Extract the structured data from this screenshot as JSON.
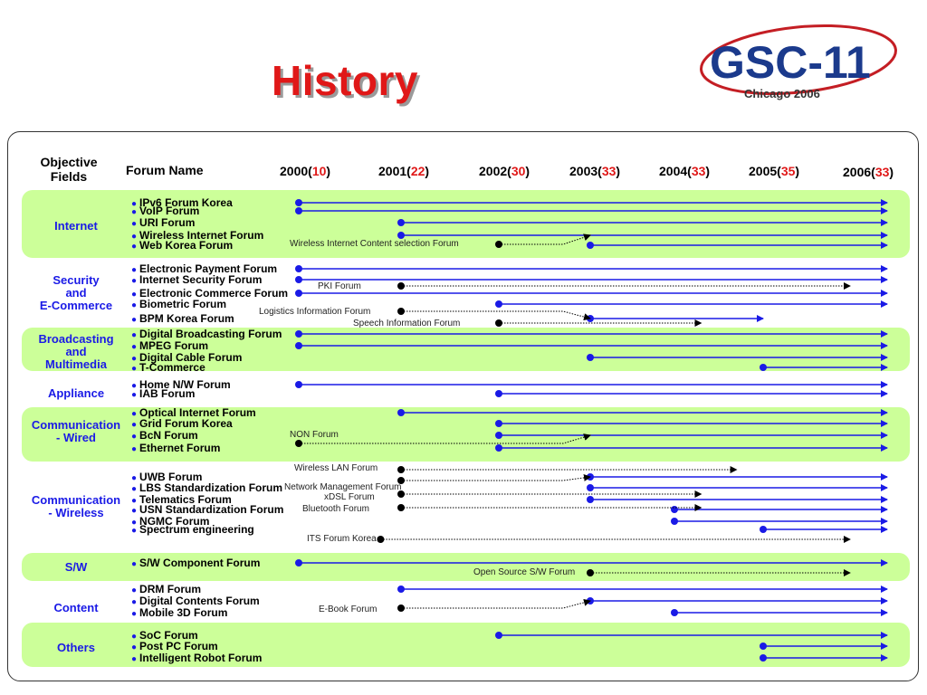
{
  "title": "History",
  "logo": {
    "main": "GSC-11",
    "sub": "Chicago 2006"
  },
  "header": {
    "objective": "Objective\nFields",
    "forum_name": "Forum Name",
    "years": [
      {
        "year": "2000",
        "count": "10"
      },
      {
        "year": "2001",
        "count": "22"
      },
      {
        "year": "2002",
        "count": "30"
      },
      {
        "year": "2003",
        "count": "33"
      },
      {
        "year": "2004",
        "count": "33"
      },
      {
        "year": "2005",
        "count": "35"
      },
      {
        "year": "2006",
        "count": "33"
      }
    ]
  },
  "categories": [
    {
      "name": "Internet",
      "shaded": true,
      "forums": [
        "IPv6 Forum Korea",
        "VoIP Forum",
        "URI Forum",
        "Wireless Internet Forum",
        "Web Korea Forum"
      ]
    },
    {
      "name": "Security\nand\nE-Commerce",
      "shaded": false,
      "forums": [
        "Electronic Payment Forum",
        "Internet Security Forum",
        "Electronic Commerce Forum",
        "Biometric Forum",
        "BPM Korea Forum"
      ]
    },
    {
      "name": "Broadcasting\nand\nMultimedia",
      "shaded": true,
      "forums": [
        "Digital Broadcasting Forum",
        "MPEG Forum",
        "Digital Cable Forum",
        "T-Commerce"
      ]
    },
    {
      "name": "Appliance",
      "shaded": false,
      "forums": [
        "Home N/W Forum",
        "IAB Forum"
      ]
    },
    {
      "name": "Communication\n- Wired",
      "shaded": true,
      "forums": [
        "Optical Internet Forum",
        "Grid Forum Korea",
        "BcN Forum",
        "Ethernet Forum"
      ]
    },
    {
      "name": "Communication\n- Wireless",
      "shaded": false,
      "forums": [
        "UWB Forum",
        "LBS Standardization Forum",
        "Telematics Forum",
        "USN Standardization Forum",
        "NGMC Forum",
        "Spectrum engineering"
      ]
    },
    {
      "name": "S/W",
      "shaded": true,
      "forums": [
        "S/W Component Forum"
      ]
    },
    {
      "name": "Content",
      "shaded": false,
      "forums": [
        "DRM Forum",
        "Digital Contents Forum",
        "Mobile 3D Forum"
      ]
    },
    {
      "name": "Others",
      "shaded": true,
      "forums": [
        "SoC Forum",
        "Post PC Forum",
        "Intelligent Robot Forum"
      ]
    }
  ],
  "timeline": {
    "solid": [
      {
        "start": 2000,
        "end": 2006,
        "row": "IPv6 Forum Korea"
      },
      {
        "start": 2000,
        "end": 2006,
        "row": "VoIP Forum"
      },
      {
        "start": 2001,
        "end": 2006,
        "row": "URI Forum"
      },
      {
        "start": 2001,
        "end": 2006,
        "row": "Wireless Internet Forum"
      },
      {
        "start": 2003,
        "end": 2006,
        "row": "Web Korea Forum"
      },
      {
        "start": 2000,
        "end": 2006,
        "row": "Electronic Payment Forum"
      },
      {
        "start": 2000,
        "end": 2006,
        "row": "Internet Security Forum"
      },
      {
        "start": 2000,
        "end": 2006,
        "row": "Electronic Commerce Forum"
      },
      {
        "start": 2002,
        "end": 2006,
        "row": "Biometric Forum"
      },
      {
        "start": 2003,
        "end": 2005,
        "row": "BPM Korea Forum"
      },
      {
        "start": 2000,
        "end": 2006,
        "row": "Digital Broadcasting Forum"
      },
      {
        "start": 2000,
        "end": 2006,
        "row": "MPEG Forum"
      },
      {
        "start": 2003,
        "end": 2006,
        "row": "Digital Cable Forum"
      },
      {
        "start": 2005,
        "end": 2006,
        "row": "T-Commerce"
      },
      {
        "start": 2000,
        "end": 2006,
        "row": "Home N/W Forum"
      },
      {
        "start": 2002,
        "end": 2006,
        "row": "IAB Forum"
      },
      {
        "start": 2001,
        "end": 2006,
        "row": "Optical Internet Forum"
      },
      {
        "start": 2002,
        "end": 2006,
        "row": "Grid Forum Korea"
      },
      {
        "start": 2002,
        "end": 2006,
        "row": "BcN Forum"
      },
      {
        "start": 2002,
        "end": 2006,
        "row": "Ethernet Forum"
      },
      {
        "start": 2003,
        "end": 2006,
        "row": "UWB Forum"
      },
      {
        "start": 2003,
        "end": 2006,
        "row": "LBS Standardization Forum"
      },
      {
        "start": 2003,
        "end": 2006,
        "row": "Telematics Forum"
      },
      {
        "start": 2004,
        "end": 2006,
        "row": "USN Standardization Forum"
      },
      {
        "start": 2004,
        "end": 2006,
        "row": "NGMC Forum"
      },
      {
        "start": 2005,
        "end": 2006,
        "row": "Spectrum engineering"
      },
      {
        "start": 2000,
        "end": 2006,
        "row": "S/W Component Forum"
      },
      {
        "start": 2001,
        "end": 2006,
        "row": "DRM Forum"
      },
      {
        "start": 2003,
        "end": 2006,
        "row": "Digital Contents Forum"
      },
      {
        "start": 2004,
        "end": 2006,
        "row": "Mobile 3D Forum"
      },
      {
        "start": 2002,
        "end": 2006,
        "row": "SoC Forum"
      },
      {
        "start": 2005,
        "end": 2006,
        "row": "Post PC Forum"
      },
      {
        "start": 2005,
        "end": 2006,
        "row": "Intelligent Robot Forum"
      }
    ],
    "dotted": [
      {
        "label": "Wireless Internet Content selection Forum",
        "start": 2002,
        "end": 2003,
        "merges_into": "Wireless Internet Forum"
      },
      {
        "label": "PKI Forum",
        "start": 2001,
        "end": 2005.7
      },
      {
        "label": "Logistics Information Forum",
        "start": 2001,
        "end": 2003,
        "continues_as": "BPM Korea Forum"
      },
      {
        "label": "Speech Information Forum",
        "start": 2002,
        "end": 2004.3
      },
      {
        "label": "NON Forum",
        "start": 2000,
        "end": 2003,
        "merges_into": "BcN Forum"
      },
      {
        "label": "Wireless LAN Forum",
        "start": 2001,
        "end": 2004.7
      },
      {
        "label": "Network Management Forum",
        "start": 2001,
        "end": 2003,
        "merges_into": "UWB Forum"
      },
      {
        "label": "xDSL Forum",
        "start": 2001,
        "end": 2004.3
      },
      {
        "label": "Bluetooth Forum",
        "start": 2001,
        "end": 2004.3
      },
      {
        "label": "ITS Forum Korea",
        "start": 2000.8,
        "end": 2005.7
      },
      {
        "label": "Open Source S/W Forum",
        "start": 2003,
        "end": 2005.7
      },
      {
        "label": "E-Book Forum",
        "start": 2001,
        "end": 2003,
        "merges_into": "Digital Contents Forum"
      }
    ]
  },
  "colors": {
    "title": "#e01818",
    "accent": "#1a1ae6",
    "band": "#ccff99",
    "count": "#e01818"
  }
}
